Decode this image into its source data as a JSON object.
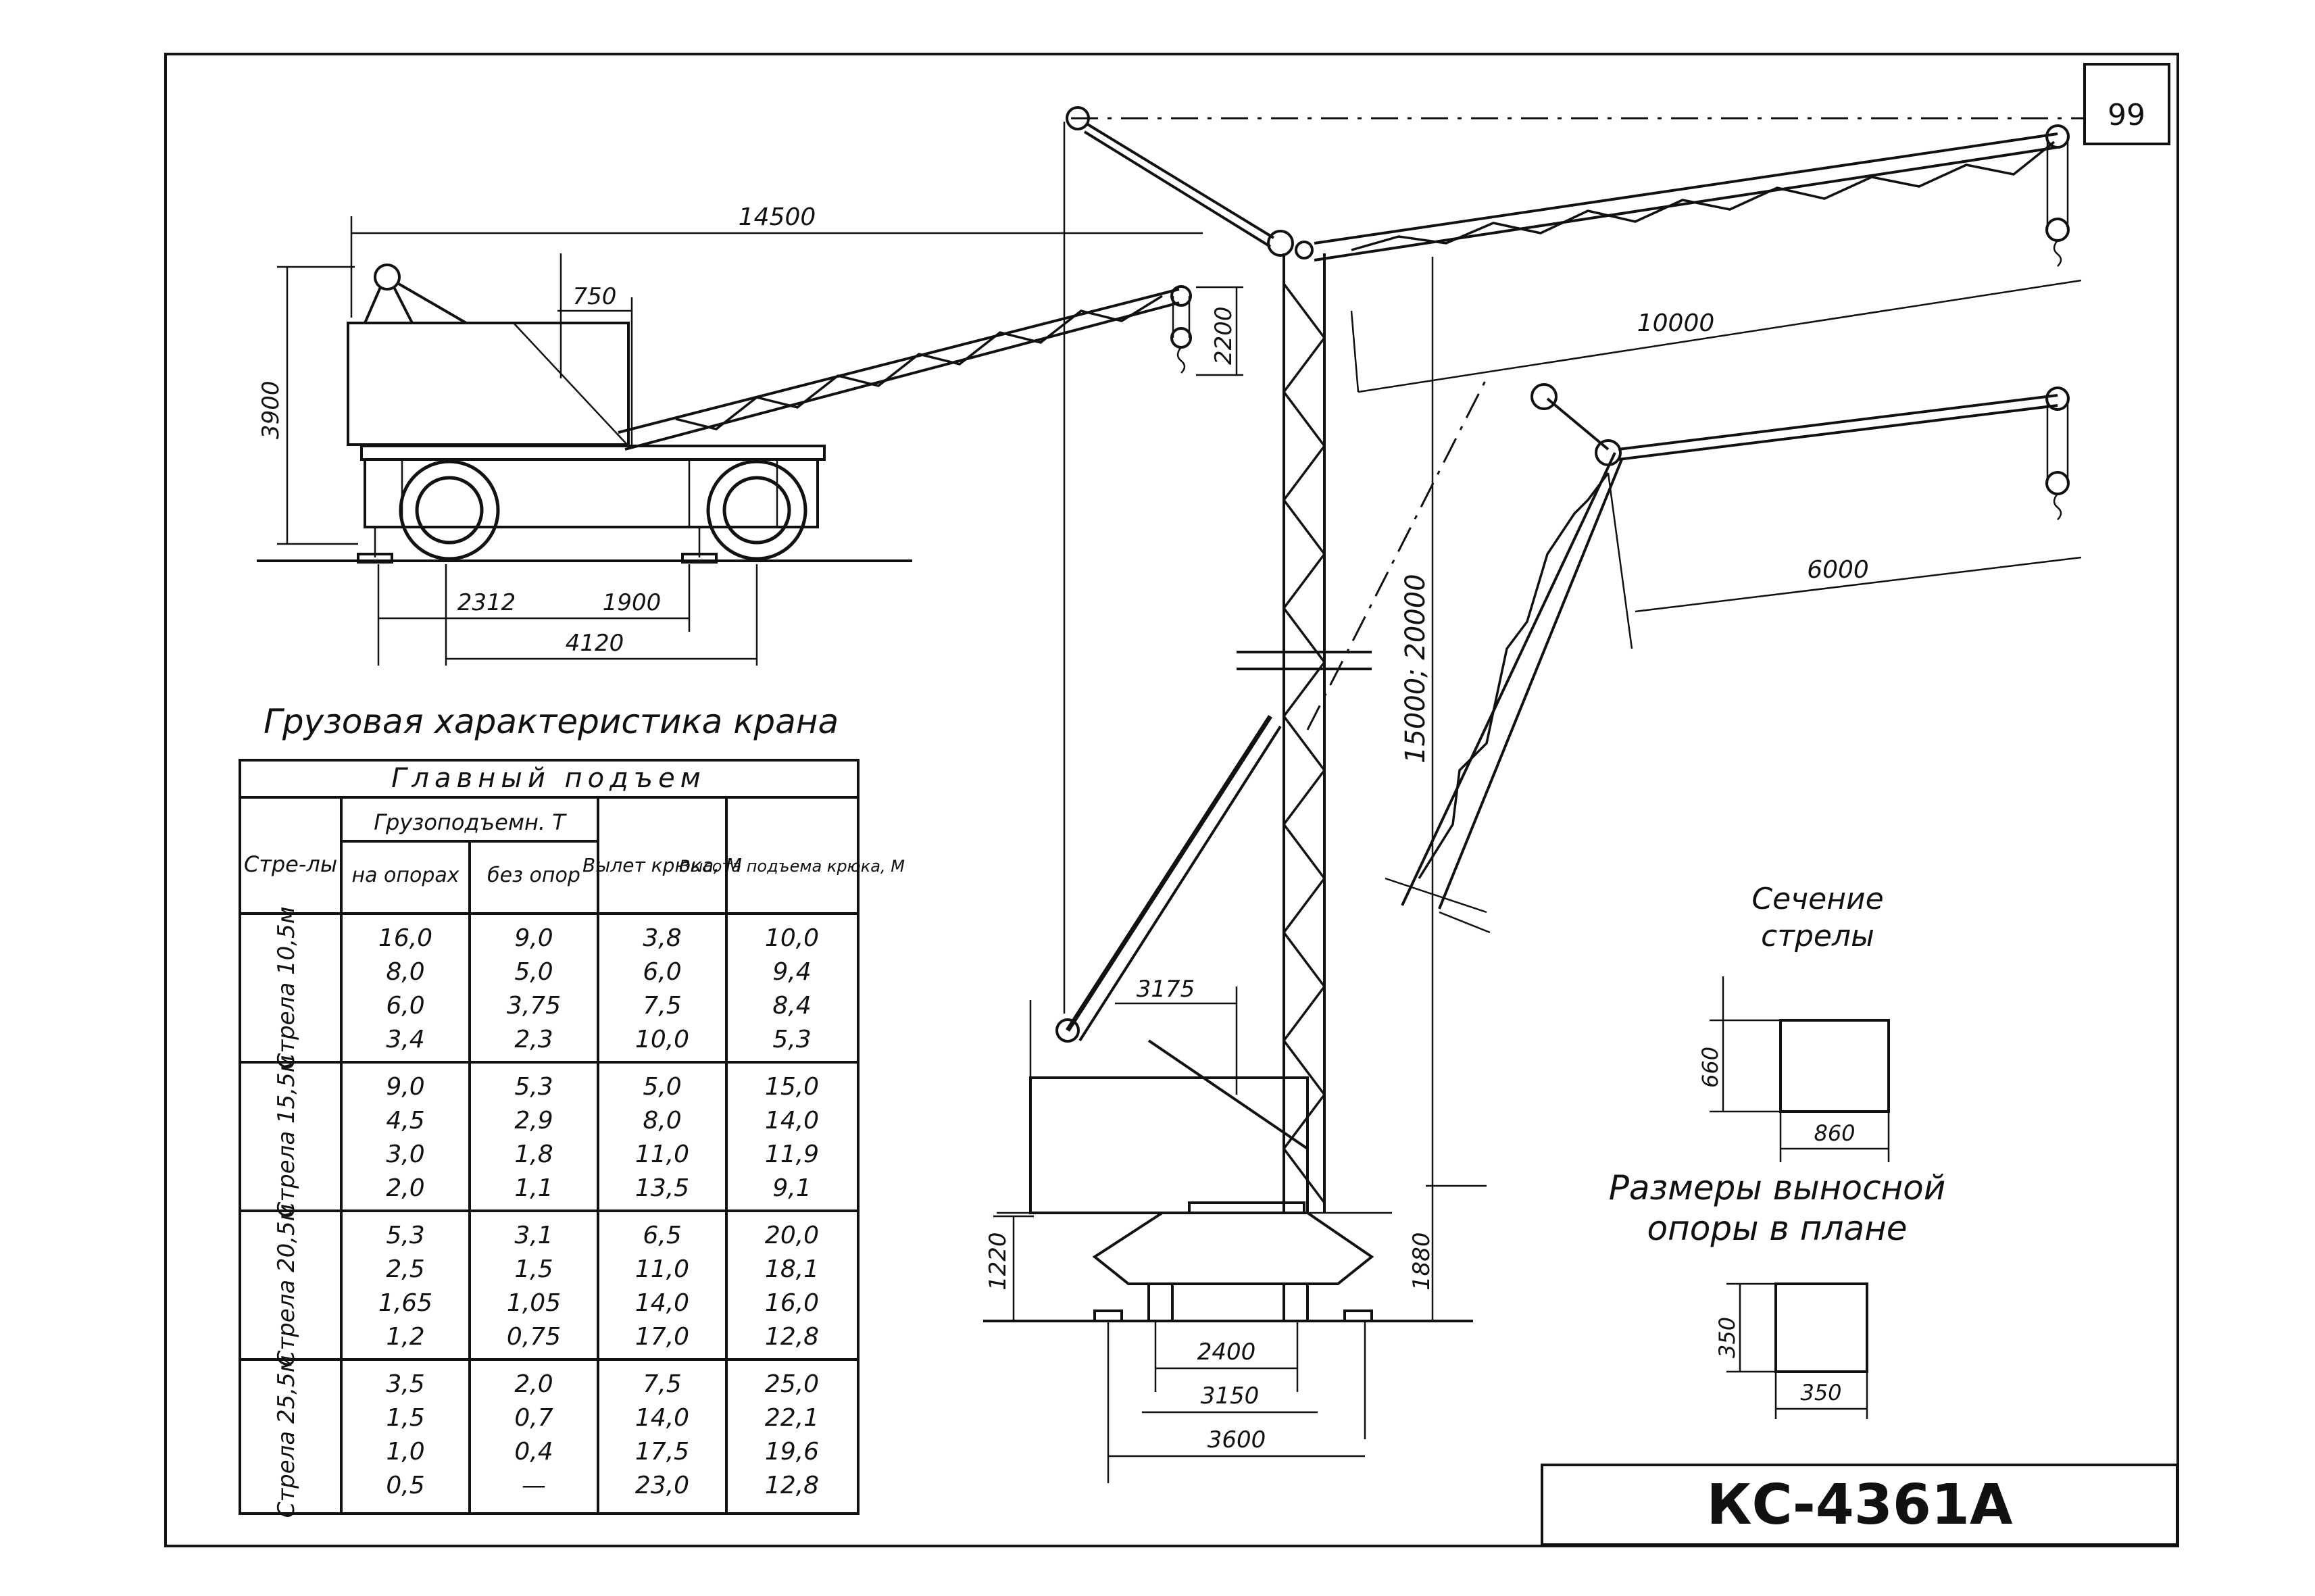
{
  "sheet": {
    "page_number": "99",
    "title_block": "КС-4361А"
  },
  "side_view": {
    "dimensions": {
      "overall_length": "14500",
      "boom_offset": "750",
      "height": "3900",
      "hook_height": "2200",
      "axle_front": "2312",
      "axle_base": "1900",
      "track": "4120"
    }
  },
  "elevation_view": {
    "dimensions": {
      "radius_large": "10000",
      "radius_small": "6000",
      "boom_lengths": "15000; 20000",
      "tail_radius": "3175",
      "base_height": "1220",
      "pivot_height": "1880",
      "outrigger_inner": "2400",
      "outrigger_mid": "3150",
      "outrigger_outer": "3600"
    }
  },
  "boom_section": {
    "title_line1": "Сечение",
    "title_line2": "стрелы",
    "height": "660",
    "width": "860"
  },
  "outrigger_pad": {
    "title_line1": "Размеры выносной",
    "title_line2": "опоры в плане",
    "height": "350",
    "width": "350"
  },
  "load_chart": {
    "caption": "Грузовая характеристика крана",
    "group_header": "Главный подъем",
    "col_boom": "Стре-лы",
    "col_capacity": "Грузоподъемн. Т",
    "col_with_outriggers": "на опорах",
    "col_without_outriggers": "без опор",
    "col_reach": "Вылет крюка, М",
    "col_lift_height": "Высота подъема крюка, М",
    "groups": [
      {
        "boom": "Стрела 10,5м",
        "with_outriggers": [
          "16,0",
          "8,0",
          "6,0",
          "3,4"
        ],
        "without_outriggers": [
          "9,0",
          "5,0",
          "3,75",
          "2,3"
        ],
        "reach": [
          "3,8",
          "6,0",
          "7,5",
          "10,0"
        ],
        "lift_height": [
          "10,0",
          "9,4",
          "8,4",
          "5,3"
        ]
      },
      {
        "boom": "Стрела 15,5м",
        "with_outriggers": [
          "9,0",
          "4,5",
          "3,0",
          "2,0"
        ],
        "without_outriggers": [
          "5,3",
          "2,9",
          "1,8",
          "1,1"
        ],
        "reach": [
          "5,0",
          "8,0",
          "11,0",
          "13,5"
        ],
        "lift_height": [
          "15,0",
          "14,0",
          "11,9",
          "9,1"
        ]
      },
      {
        "boom": "Стрела 20,5м",
        "with_outriggers": [
          "5,3",
          "2,5",
          "1,65",
          "1,2"
        ],
        "without_outriggers": [
          "3,1",
          "1,5",
          "1,05",
          "0,75"
        ],
        "reach": [
          "6,5",
          "11,0",
          "14,0",
          "17,0"
        ],
        "lift_height": [
          "20,0",
          "18,1",
          "16,0",
          "12,8"
        ]
      },
      {
        "boom": "Стрела 25,5м",
        "with_outriggers": [
          "3,5",
          "1,5",
          "1,0",
          "0,5"
        ],
        "without_outriggers": [
          "2,0",
          "0,7",
          "0,4",
          "—"
        ],
        "reach": [
          "7,5",
          "14,0",
          "17,5",
          "23,0"
        ],
        "lift_height": [
          "25,0",
          "22,1",
          "19,6",
          "12,8"
        ]
      }
    ]
  }
}
